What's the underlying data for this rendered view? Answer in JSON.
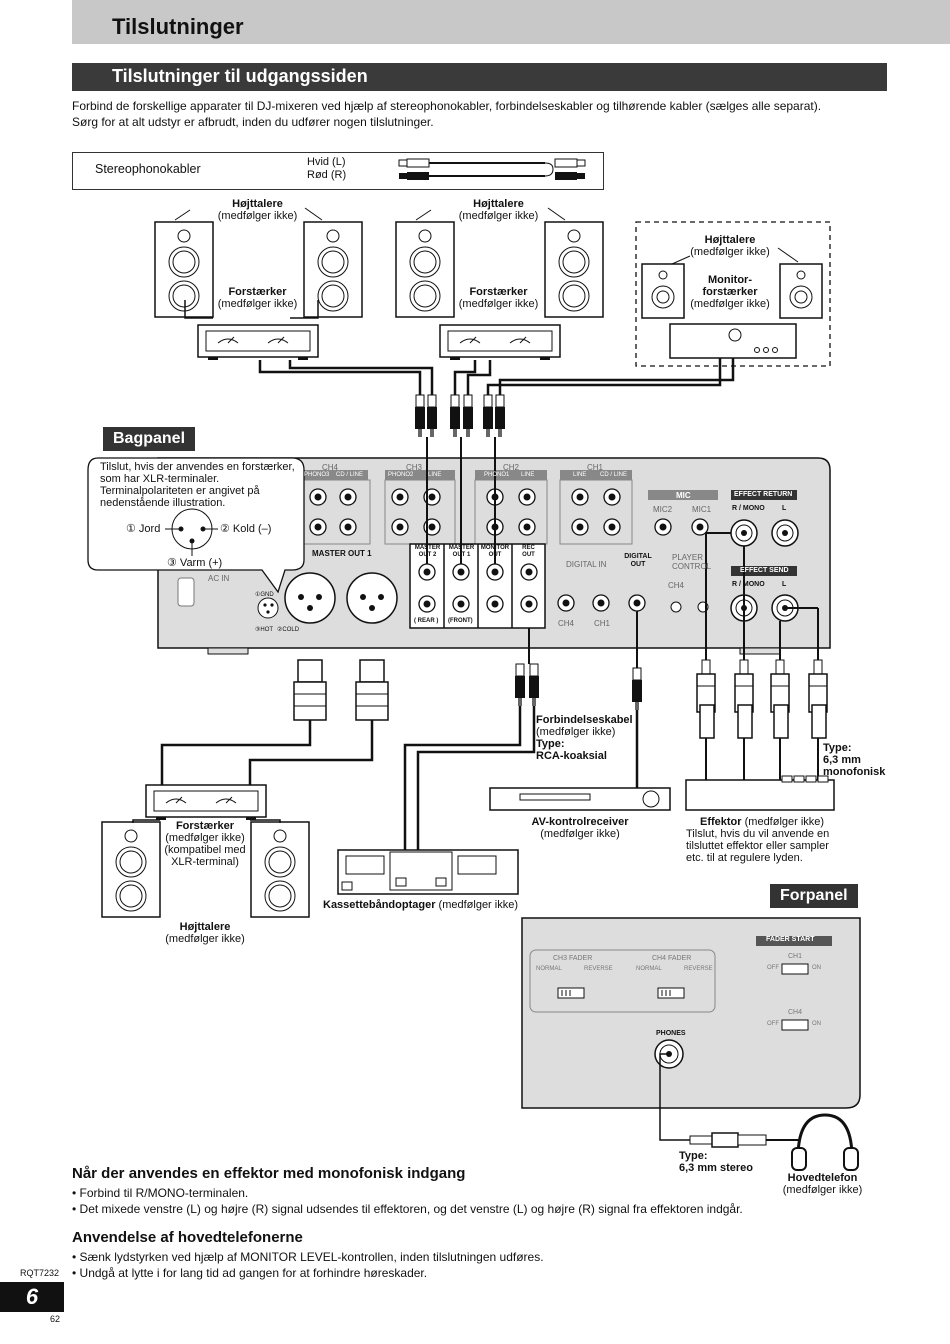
{
  "page": {
    "title": "Tilslutninger",
    "section_title": "Tilslutninger til udgangssiden",
    "intro": [
      "Forbind de forskellige apparater til DJ-mixeren ved hjælp af stereophonokabler, forbindelseskabler og tilhørende kabler (sælges alle separat).",
      "Sørg for at alt udstyr er afbrudt, inden du udfører nogen tilslutninger."
    ]
  },
  "cable_legend": {
    "name": "Stereophonokabler",
    "white": "Hvid (L)",
    "red": "Rød (R)"
  },
  "speakers": {
    "label_bold": "Højttalere",
    "label_sub": "(medfølger ikke)"
  },
  "amplifier": {
    "label_bold": "Forstærker",
    "label_sub": "(medfølger ikke)"
  },
  "monitor": {
    "speaker_bold": "Højttalere",
    "speaker_sub": "(medfølger ikke)",
    "amp_bold_1": "Monitor-",
    "amp_bold_2": "forstærker",
    "amp_sub": "(medfølger ikke)"
  },
  "bagpanel": {
    "label": "Bagpanel",
    "callout": [
      "Tilslut, hvis der anvendes en forstærker,",
      "som har XLR-terminaler.",
      "Terminalpolariteten er angivet på",
      "nedenstående illustration."
    ],
    "pin1": "① Jord",
    "pin2": "② Kold (–)",
    "pin3": "③ Varm (+)",
    "channels": [
      "CH4",
      "CH3",
      "CH2",
      "CH1"
    ],
    "ch4_inputs": [
      "PHONO3",
      "CD / LINE"
    ],
    "ch3_inputs": [
      "PHONO2",
      "LINE"
    ],
    "ch2_inputs": [
      "PHONO1",
      "LINE"
    ],
    "ch1_inputs": [
      "LINE",
      "CD / LINE"
    ],
    "mic": "MIC",
    "mic2": "MIC2",
    "mic1": "MIC1",
    "effect_return": "EFFECT RETURN",
    "effect_send": "EFFECT SEND",
    "r_mono": "R / MONO",
    "l": "L",
    "master_out1": "MASTER OUT 1",
    "master_out2_a": "MASTER",
    "master_out2_b": "OUT 2",
    "master_out1_a": "MASTER",
    "master_out1_b": "OUT 1",
    "monitor_out_a": "MONITOR",
    "monitor_out_b": "OUT",
    "rec_out_a": "REC",
    "rec_out_b": "OUT",
    "rear": "( REAR )",
    "front": "(FRONT)",
    "digital_in": "DIGITAL IN",
    "digital_out_a": "DIGITAL",
    "digital_out_b": "OUT",
    "player_control_a": "PLAYER",
    "player_control_b": "CONTROL",
    "ch4": "CH4",
    "ch1": "CH1",
    "ac_in": "AC IN",
    "gnd": "①GND",
    "hot": "③HOT",
    "cold": "②COLD"
  },
  "connection_cable": {
    "bold": "Forbindelseskabel",
    "sub": "(medfølger ikke)",
    "type_label": "Type:",
    "type_value": "RCA-koaksial"
  },
  "mono_type": {
    "label": "Type:",
    "value_1": "6,3 mm",
    "value_2": "monofonisk"
  },
  "av_receiver": {
    "bold": "AV-kontrolreceiver",
    "sub": "(medfølger ikke)"
  },
  "effector": {
    "bold": "Effektor",
    "sub": " (medfølger ikke)",
    "note": [
      "Tilslut, hvis du vil anvende en",
      "tilsluttet effektor eller sampler",
      "etc. til at regulere lyden."
    ]
  },
  "xlr_amp": {
    "bold": "Forstærker",
    "lines": [
      "(medfølger ikke)",
      "(kompatibel med",
      "XLR-terminal)"
    ],
    "speaker_bold": "Højttalere",
    "speaker_sub": "(medfølger ikke)"
  },
  "cassette": {
    "bold": "Kassettebåndoptager",
    "sub": " (medfølger ikke)"
  },
  "forpanel": {
    "label": "Forpanel",
    "ch3_fader": "CH3 FADER",
    "ch4_fader": "CH4 FADER",
    "normal": "NORMAL",
    "reverse": "REVERSE",
    "fader_start": "FADER START",
    "ch1": "CH1",
    "ch4": "CH4",
    "off": "OFF",
    "on": "ON",
    "phones": "PHONES"
  },
  "headphones": {
    "type_label": "Type:",
    "type_value": "6,3 mm stereo",
    "bold": "Hovedtelefon",
    "sub": "(medfølger ikke)"
  },
  "effector_section": {
    "title": "Når der anvendes en effektor med monofonisk indgang",
    "items": [
      "Forbind til R/MONO-terminalen.",
      "Det mixede venstre (L) og højre (R) signal udsendes til effektoren, og det venstre (L) og højre (R) signal fra effektoren indgår."
    ]
  },
  "headphone_section": {
    "title": "Anvendelse af hovedtelefonerne",
    "items": [
      "Sænk lydstyrken ved hjælp af MONITOR LEVEL-kontrollen, inden tilslutningen udføres.",
      "Undgå at lytte i for lang tid ad gangen for at forhindre høreskader."
    ]
  },
  "footer": {
    "model": "RQT7232",
    "page_number": "6",
    "small_number": "62"
  }
}
